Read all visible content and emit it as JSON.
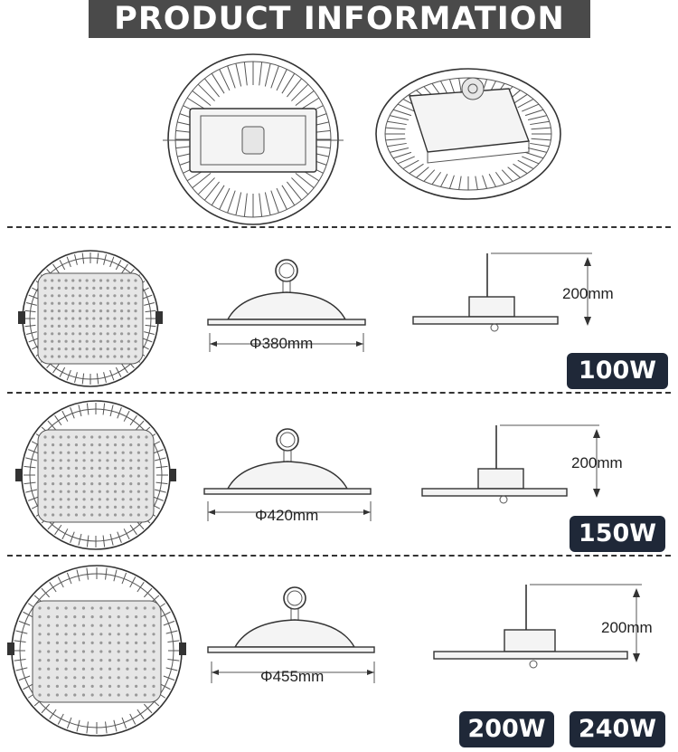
{
  "header": {
    "title": "PRODUCT INFORMATION"
  },
  "models": [
    {
      "diameter_label": "Φ380mm",
      "height_label": "200mm",
      "watts": [
        "100W"
      ]
    },
    {
      "diameter_label": "Φ420mm",
      "height_label": "200mm",
      "watts": [
        "150W"
      ]
    },
    {
      "diameter_label": "Φ455mm",
      "height_label": "200mm",
      "watts": [
        "200W",
        "240W"
      ]
    }
  ],
  "colors": {
    "banner": "#4a4a4a",
    "badge": "#1f2838",
    "line": "#333333"
  }
}
